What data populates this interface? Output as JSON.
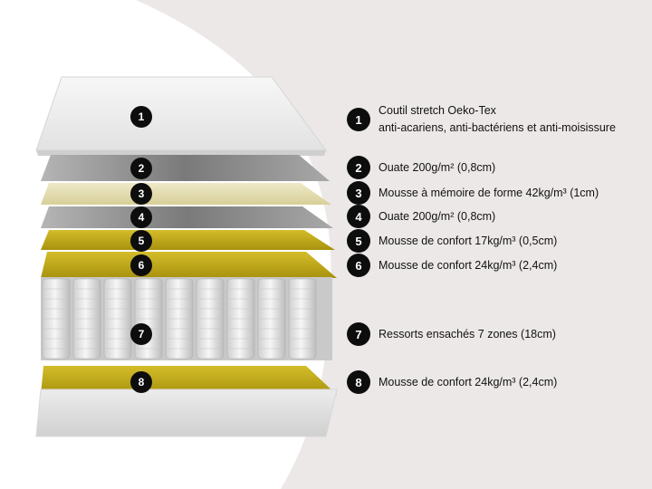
{
  "colors": {
    "background_panel": "#ece8e8",
    "cover_white": "#efefef",
    "foam_yellow": "#c9b21a",
    "memory_foam": "#e4ddb4",
    "wadding_grey": "#8a8a8a",
    "springs": "#dcdcdc",
    "badge": "#0d0d0d"
  },
  "layers": [
    {
      "number": "1",
      "label_line1": "Coutil stretch Oeko-Tex",
      "label_line2": "anti-acariens, anti-bactériens et anti-moisissure"
    },
    {
      "number": "2",
      "label_line1": "Ouate 200g/m² (0,8cm)"
    },
    {
      "number": "3",
      "label_line1": "Mousse à mémoire de forme 42kg/m³ (1cm)"
    },
    {
      "number": "4",
      "label_line1": "Ouate 200g/m² (0,8cm)"
    },
    {
      "number": "5",
      "label_line1": "Mousse de confort 17kg/m³ (0,5cm)"
    },
    {
      "number": "6",
      "label_line1": "Mousse de confort 24kg/m³ (2,4cm)"
    },
    {
      "number": "7",
      "label_line1": "Ressorts ensachés 7 zones (18cm)"
    },
    {
      "number": "8",
      "label_line1": "Mousse de confort 24kg/m³ (2,4cm)"
    }
  ]
}
